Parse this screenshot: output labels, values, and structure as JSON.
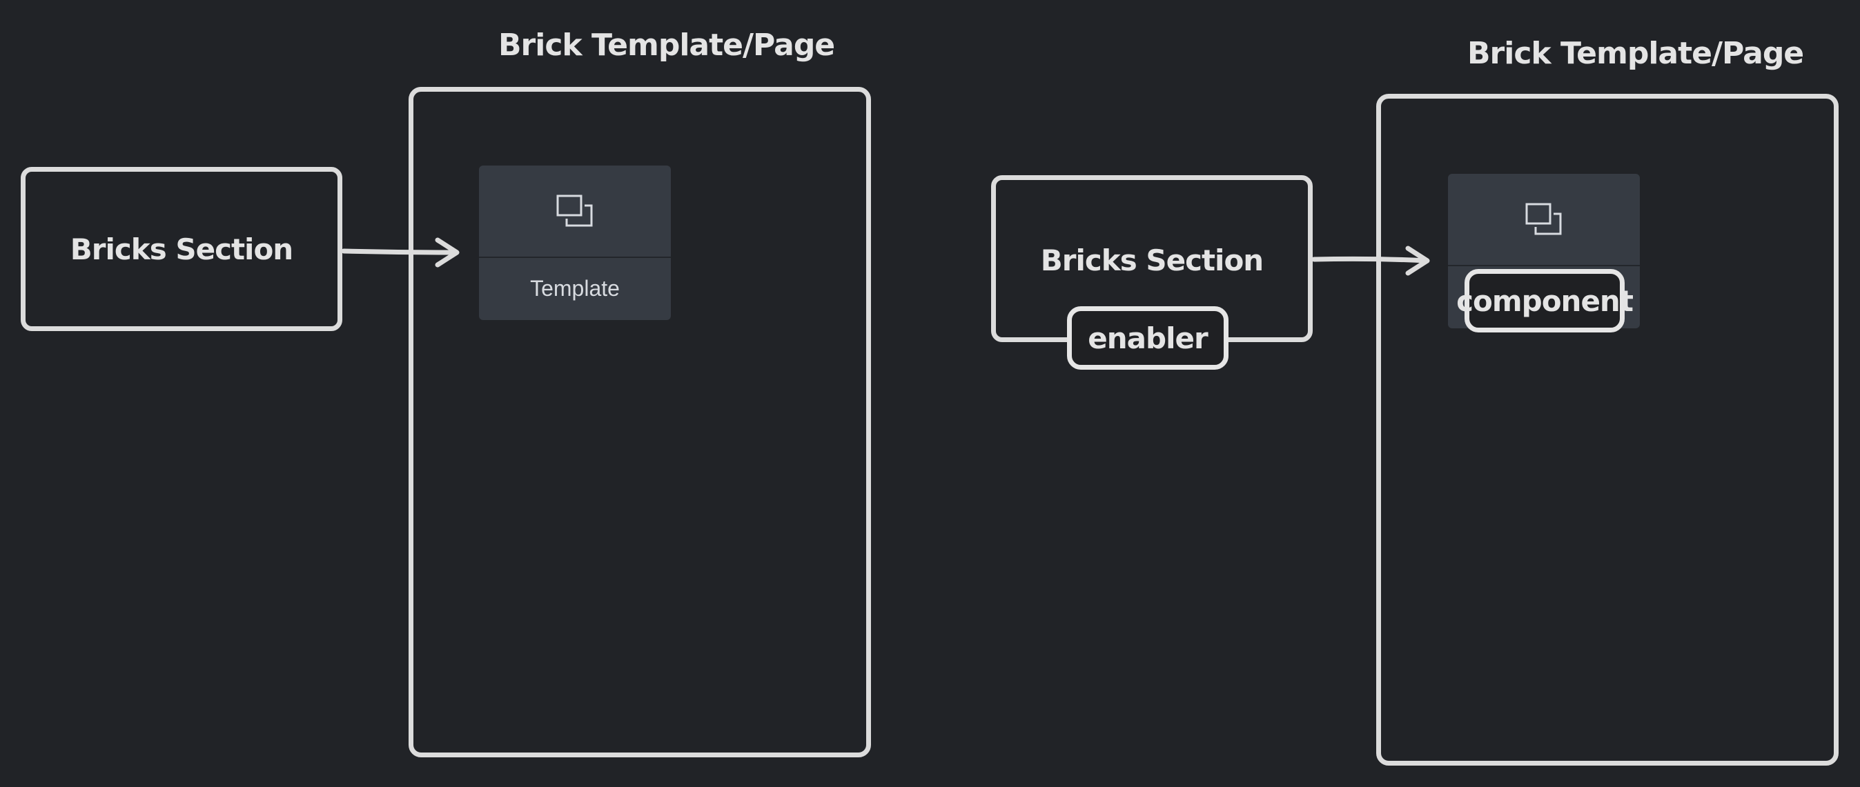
{
  "left_diagram": {
    "title": "Brick Template/Page",
    "source_label": "Bricks Section",
    "card_label": "Template",
    "card_icon": "copy-icon"
  },
  "right_diagram": {
    "title": "Brick Template/Page",
    "source_label": "Bricks Section",
    "source_badge": "enabler",
    "card_badge": "component",
    "card_icon": "copy-icon"
  },
  "colors": {
    "background": "#212327",
    "stroke": "#dcdcdc",
    "card": "#363b43",
    "card_text": "#d8dbe0"
  }
}
